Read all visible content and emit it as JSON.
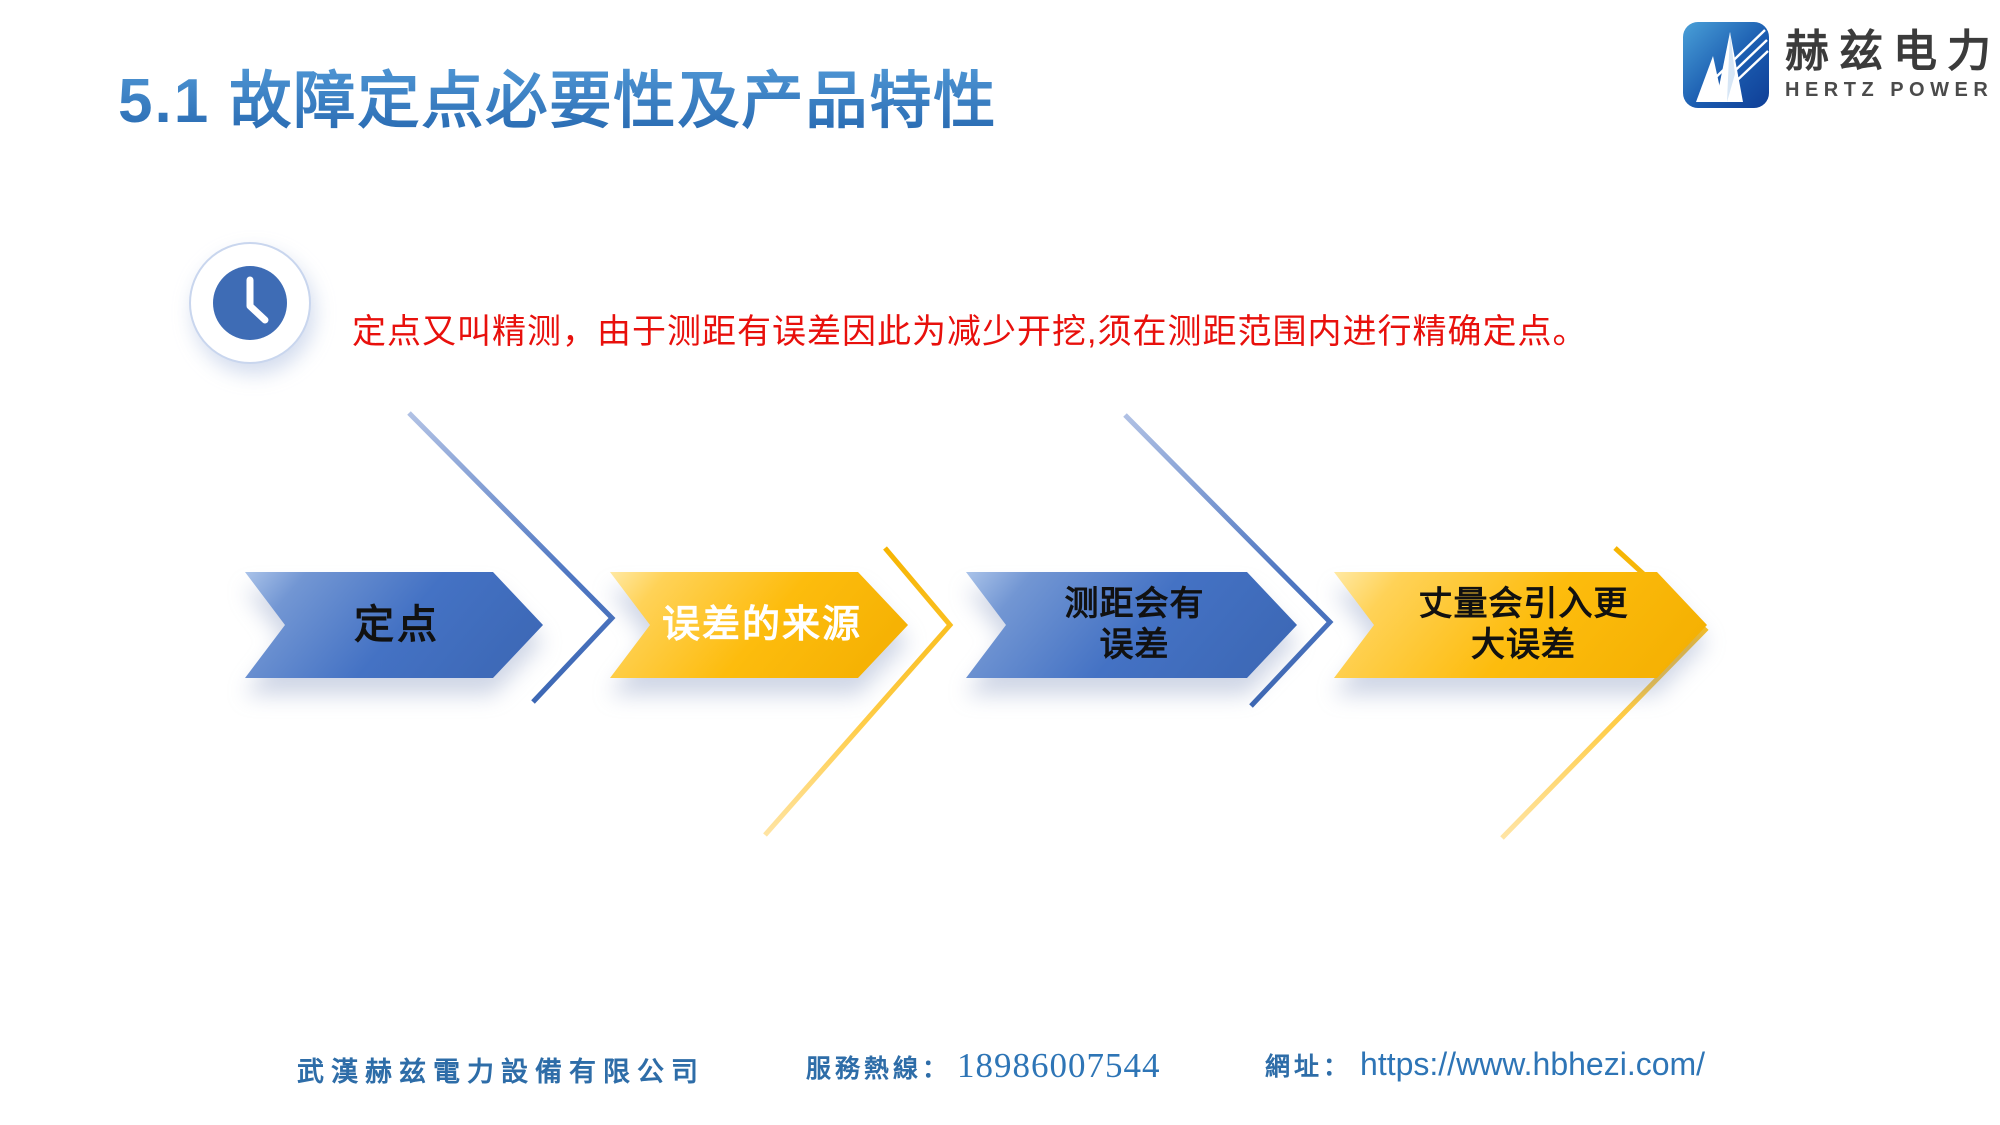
{
  "slide": {
    "title": "5.1 故障定点必要性及产品特性",
    "logo": {
      "name": "赫兹电力",
      "subtitle": "HERTZ POWER",
      "icon": "hertz-tower-icon"
    },
    "note": {
      "icon": "clock-icon",
      "text": "定点又叫精测，由于测距有误差因此为减少开挖,须在测距范围内进行精确定点。"
    },
    "process": {
      "steps": [
        {
          "lines": [
            "定点"
          ],
          "color": "blue",
          "text_color": "#111111"
        },
        {
          "lines": [
            "误差的来源"
          ],
          "color": "yellow",
          "text_color": "#FFFFFF"
        },
        {
          "lines": [
            "测距会有",
            "误差"
          ],
          "color": "blue",
          "text_color": "#111111"
        },
        {
          "lines": [
            "丈量会引入更",
            "大误差"
          ],
          "color": "yellow",
          "text_color": "#111111"
        }
      ]
    },
    "footer": {
      "company": "武漢赫兹電力設備有限公司",
      "hotline_label": "服務熱線：",
      "hotline_number": "18986007544",
      "website_label": "網址：",
      "website_url": "https://www.hbhezi.com/"
    }
  },
  "colors": {
    "accent-blue": "#4472C4",
    "accent-yellow": "#FFC000",
    "title-top": "#58A0DC",
    "title-bottom": "#2A6CB3",
    "note-red": "#E8100C",
    "footer-blue": "#2E75B6",
    "logo-text": "#3B3B3B"
  }
}
